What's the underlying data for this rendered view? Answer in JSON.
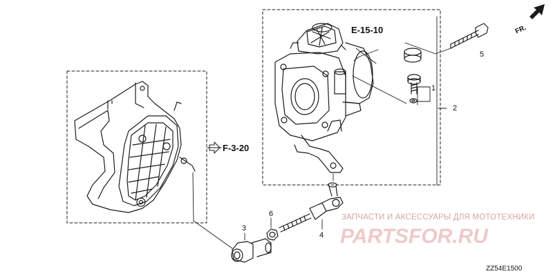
{
  "references": {
    "throttle_body": "E-15-10",
    "bracket": "F-3-20"
  },
  "front_marker": "FR.",
  "callouts": [
    "1",
    "2",
    "3",
    "4",
    "5",
    "6"
  ],
  "watermark": {
    "tagline": "ЗАПЧАСТИ И АКСЕССУАРЫ ДЛЯ МОТОТЕХНИКИ",
    "logo": "PARTSFOR.RU"
  },
  "diagram_code": "ZZ54E1500"
}
